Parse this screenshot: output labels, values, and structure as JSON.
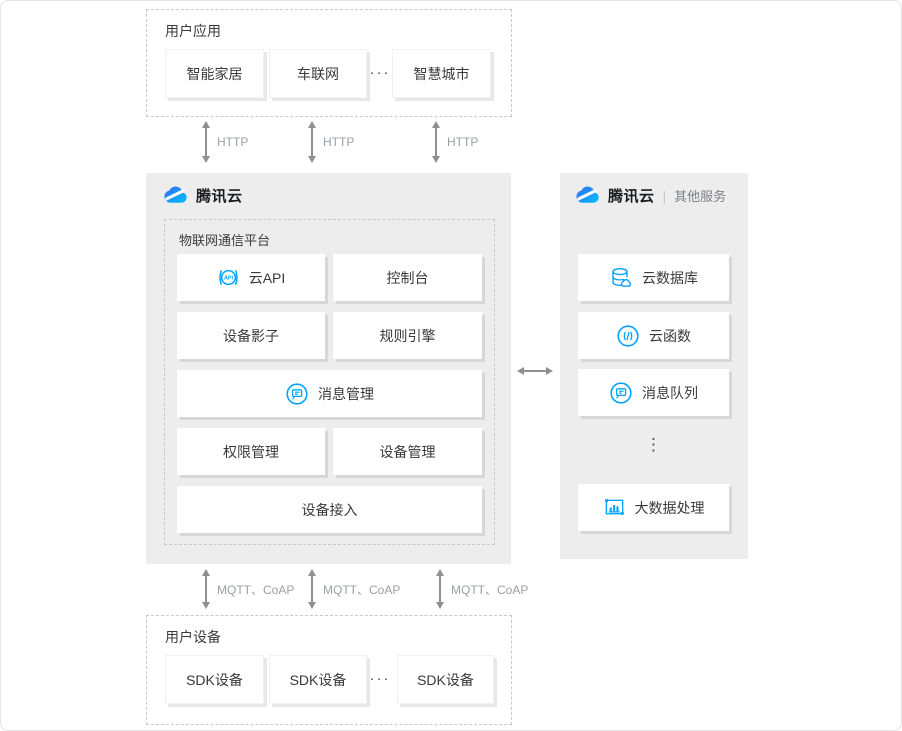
{
  "user_apps": {
    "label": "用户应用",
    "items": [
      "智能家居",
      "车联网",
      "智慧城市"
    ],
    "ellipsis": "···"
  },
  "http_links": {
    "labels": [
      "HTTP",
      "HTTP",
      "HTTP"
    ]
  },
  "platform": {
    "brand": "腾讯云",
    "title": "物联网通信平台",
    "boxes": {
      "cloud_api": "云API",
      "console": "控制台",
      "device_shadow": "设备影子",
      "rule_engine": "规则引擎",
      "message_mgmt": "消息管理",
      "permission_mgmt": "权限管理",
      "device_mgmt": "设备管理",
      "device_access": "设备接入"
    }
  },
  "other_services": {
    "brand": "腾讯云",
    "divider": "|",
    "suffix": "其他服务",
    "items": [
      "云数据库",
      "云函数",
      "消息队列",
      "大数据处理"
    ],
    "ellipsis": "⋮"
  },
  "mqtt_links": {
    "labels": [
      "MQTT、CoAP",
      "MQTT、CoAP",
      "MQTT、CoAP"
    ]
  },
  "user_devices": {
    "label": "用户设备",
    "items": [
      "SDK设备",
      "SDK设备",
      "SDK设备"
    ],
    "ellipsis": "···"
  },
  "colors": {
    "accent_blue": "#00a4ff",
    "logo_gradient_start": "#366af3",
    "logo_gradient_end": "#00c1ff",
    "panel_gray": "#ededed",
    "arrow_gray": "#8f8f8f",
    "dashed_border": "#c9c9c9",
    "text_dark": "#3d3d3d",
    "label_gray": "#9aa0a6"
  }
}
